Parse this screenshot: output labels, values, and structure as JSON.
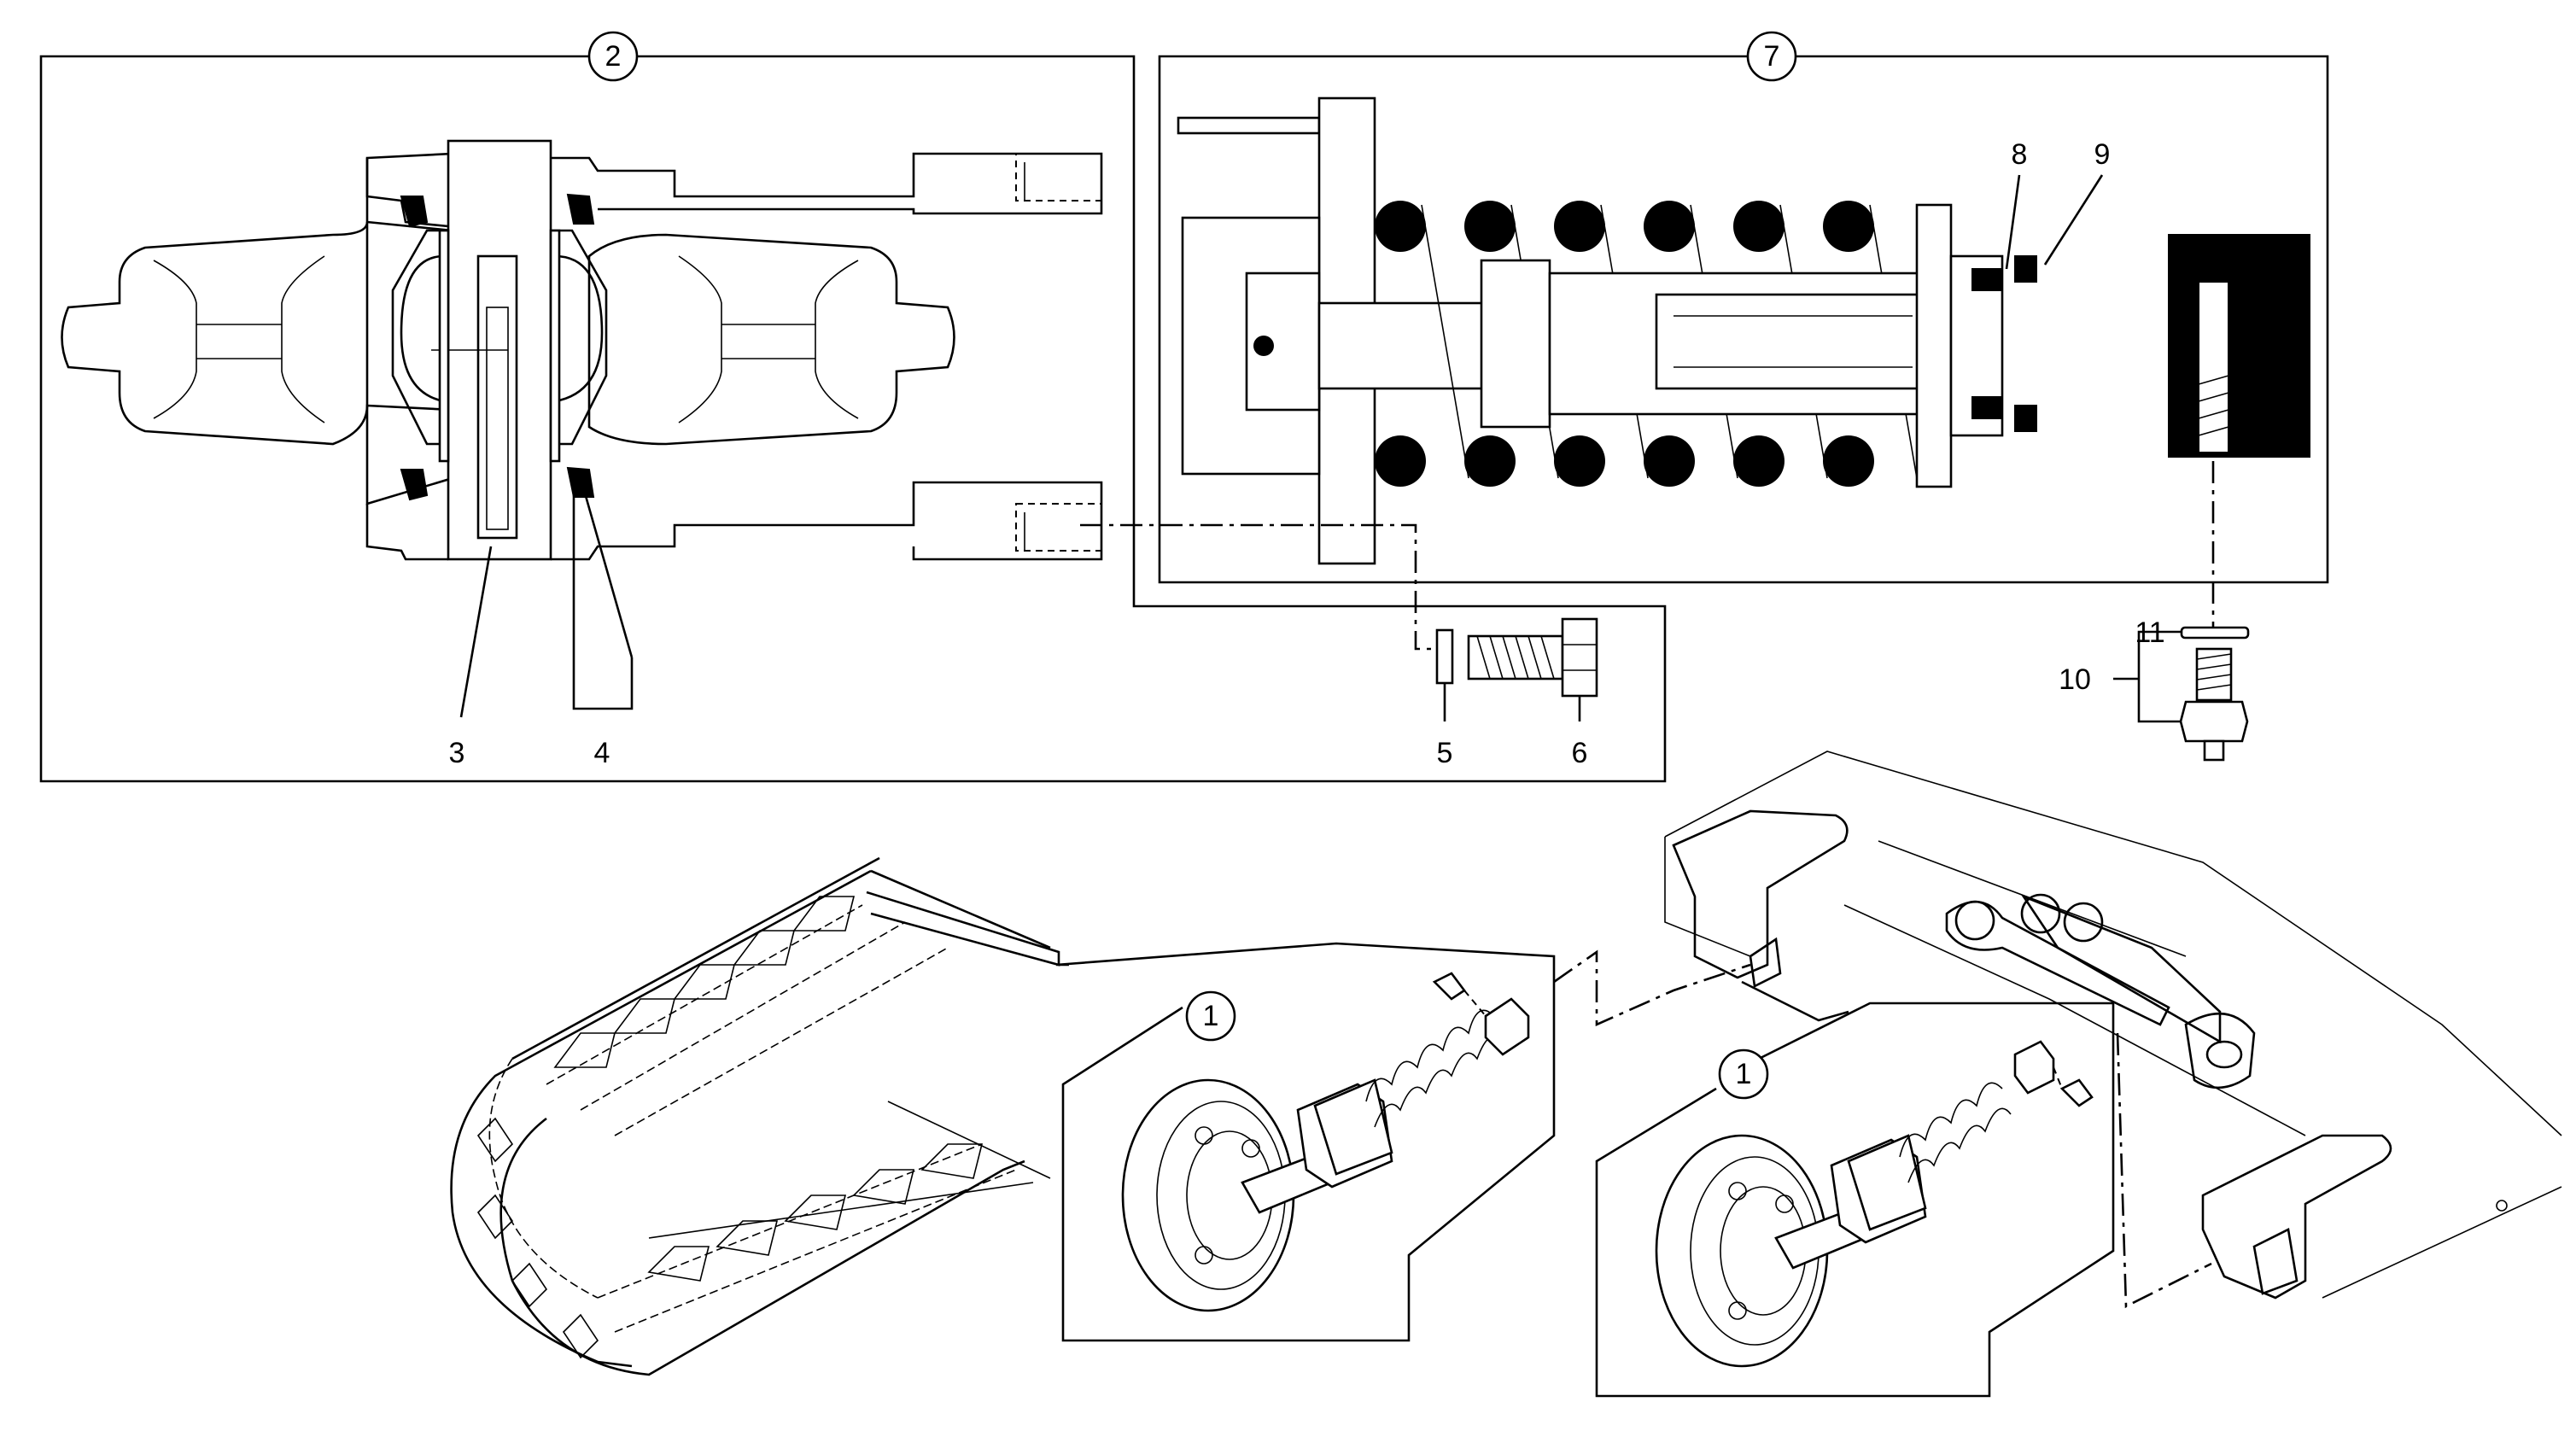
{
  "callouts": {
    "assembly_1a": "1",
    "assembly_1b": "1",
    "assembly_2": "2",
    "assembly_7": "7"
  },
  "labels": {
    "p3": "3",
    "p4": "4",
    "p5": "5",
    "p6": "6",
    "p8": "8",
    "p9": "9",
    "p10": "10",
    "p11": "11"
  }
}
